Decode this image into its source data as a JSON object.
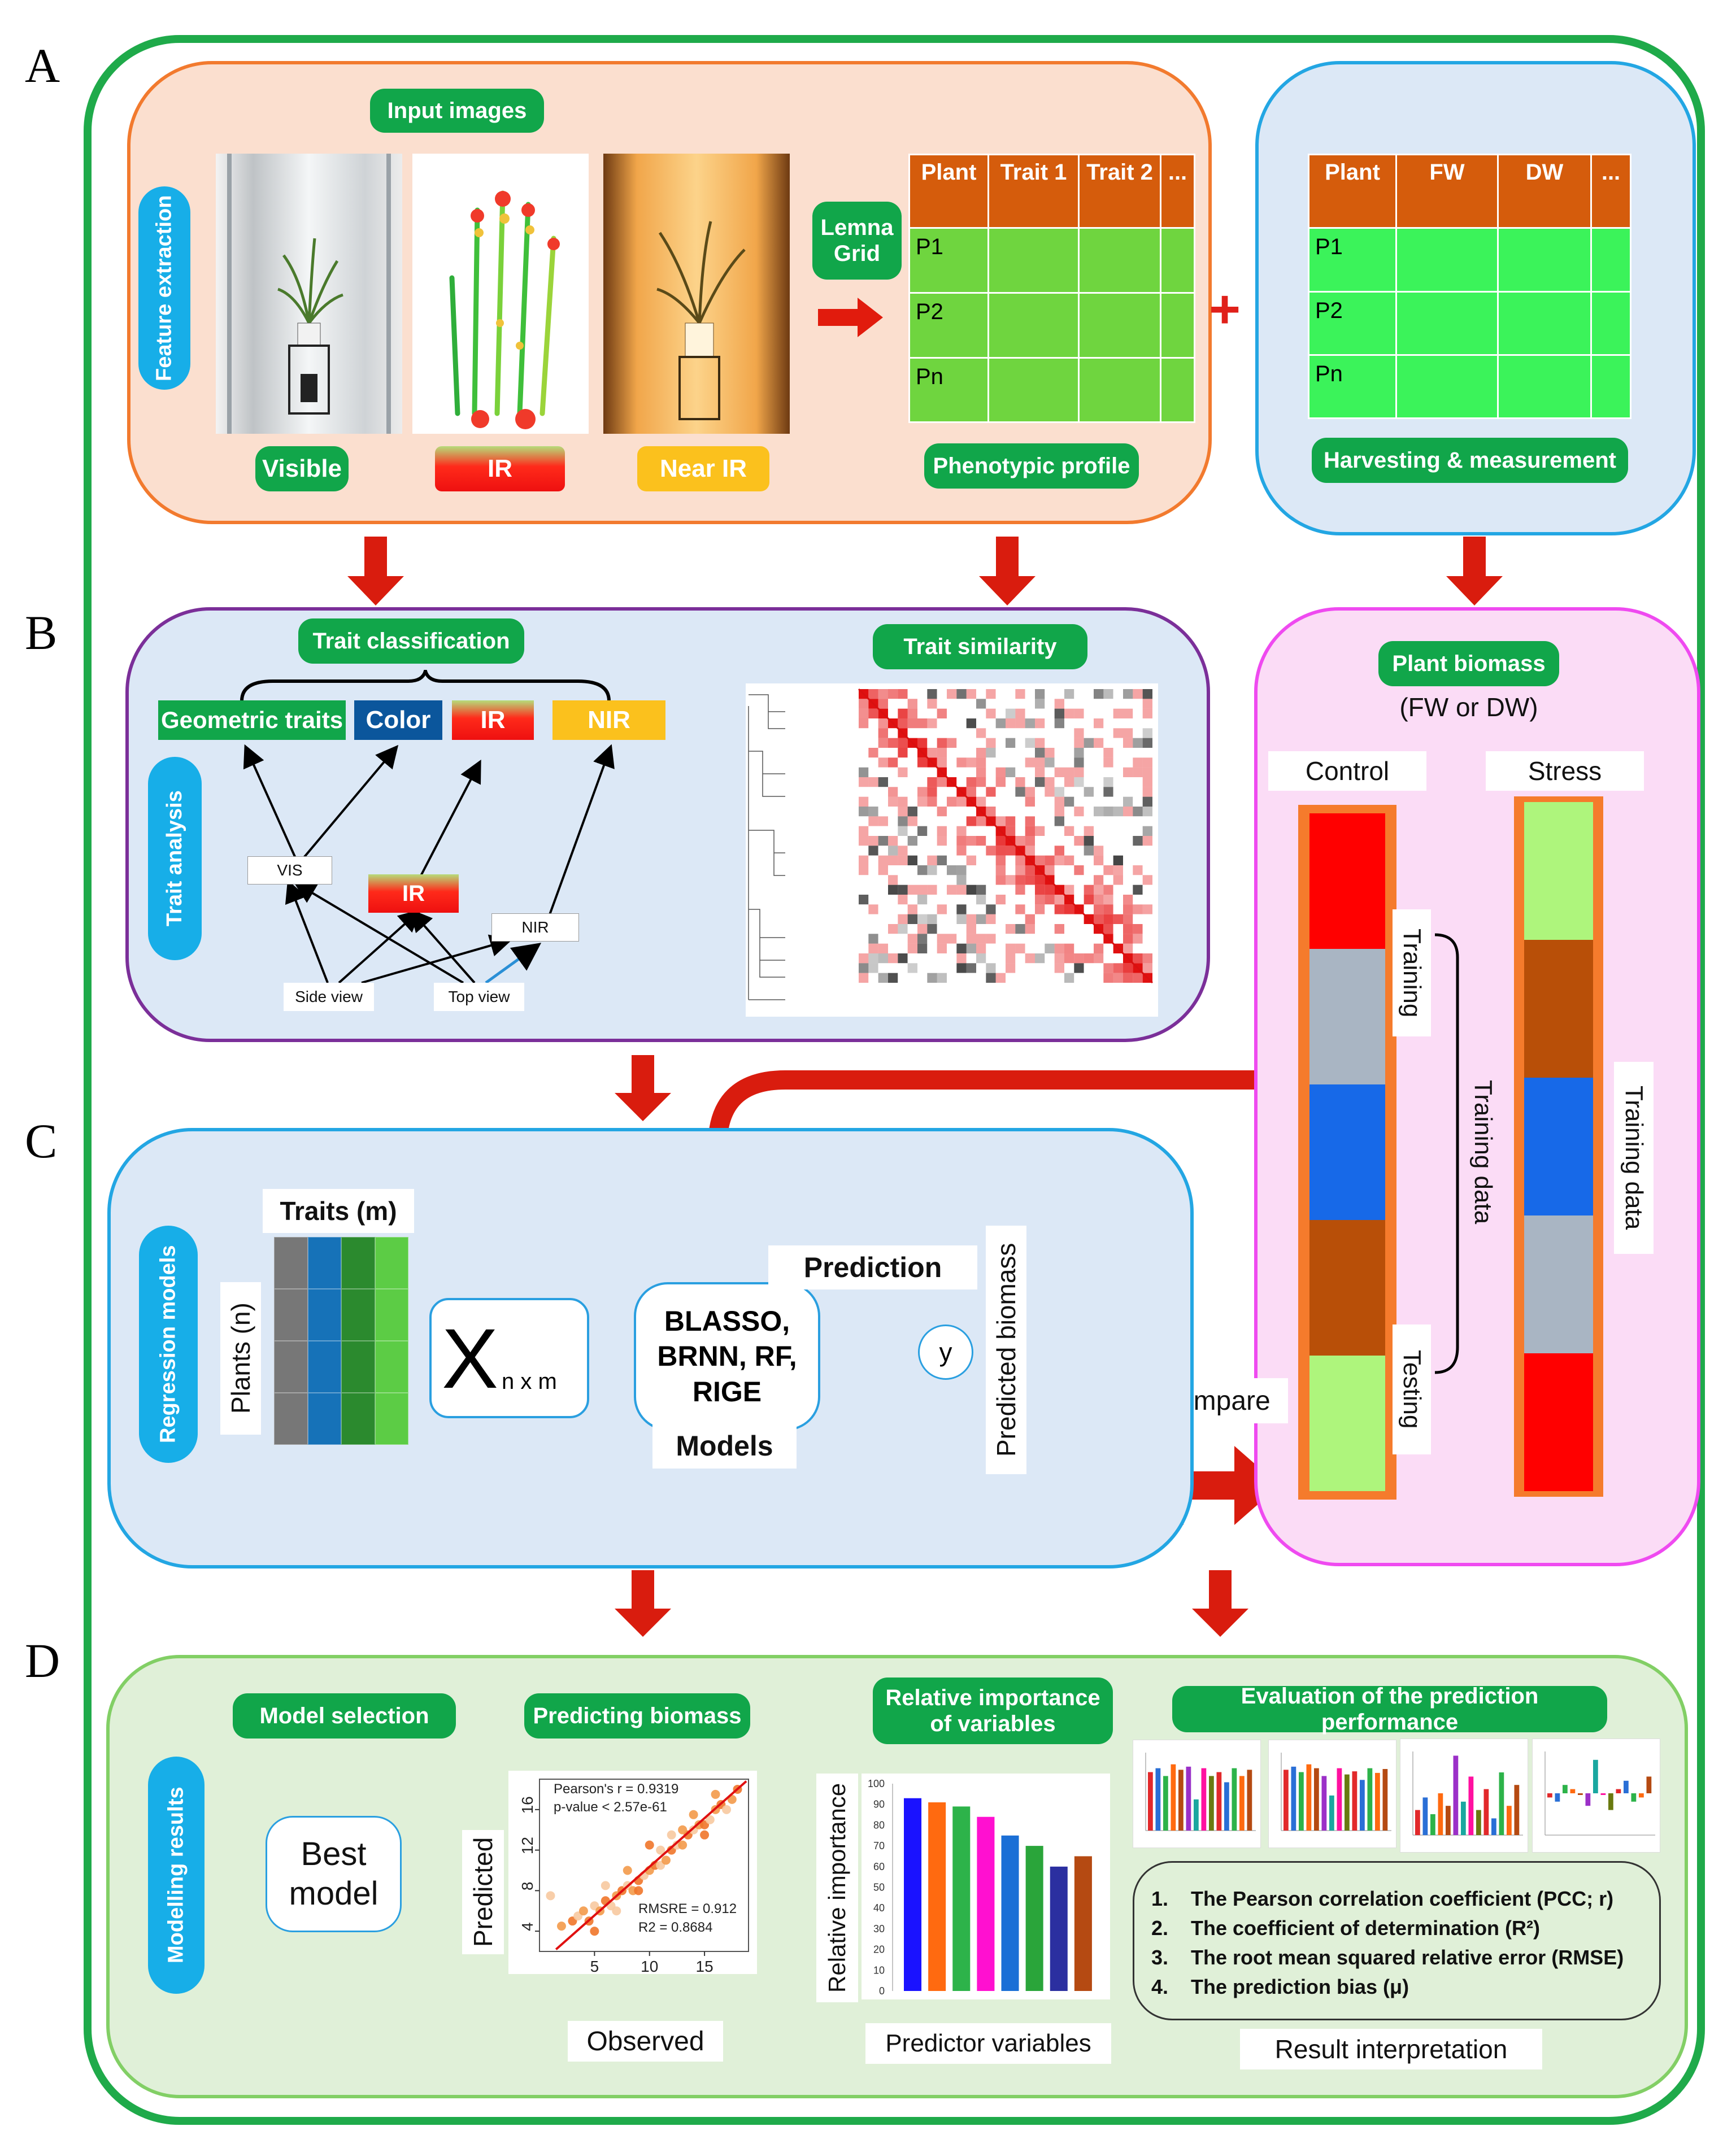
{
  "sections": {
    "a": "A",
    "b": "B",
    "c": "C",
    "d": "D"
  },
  "panel_a": {
    "side_label": "Feature extraction",
    "input_images": "Input images",
    "image_labels": {
      "visible": "Visible",
      "ir": "IR",
      "near_ir": "Near IR"
    },
    "software": "Lemna Grid",
    "phenotypic_profile": "Phenotypic profile",
    "profile_table": {
      "headers": [
        "Plant",
        "Trait 1",
        "Trait 2",
        "..."
      ],
      "rows": [
        "P1",
        "P2",
        "Pn"
      ]
    },
    "plus": "+",
    "harvest_table": {
      "headers": [
        "Plant",
        "FW",
        "DW",
        "..."
      ],
      "rows": [
        "P1",
        "P2",
        "Pn"
      ]
    },
    "harvest_label": "Harvesting & measurement"
  },
  "panel_b": {
    "side_label": "Trait analysis",
    "trait_classification": "Trait classification",
    "classes": {
      "geometric": "Geometric traits",
      "color": "Color",
      "ir": "IR",
      "nir": "NIR"
    },
    "nodes": {
      "vis": "VIS",
      "ir": "IR",
      "nir": "NIR",
      "side_view": "Side view",
      "top_view": "Top view"
    },
    "trait_similarity": "Trait similarity"
  },
  "panel_biomass": {
    "title": "Plant biomass",
    "subtitle": "(FW or DW)",
    "control": "Control",
    "stress": "Stress",
    "training": "Training",
    "testing": "Testing",
    "training_data": "Training data",
    "training_data_2": "Training data",
    "compare": "Compare",
    "control_colors": [
      "#ff0000",
      "#a9b5c3",
      "#1769e8",
      "#b84f08",
      "#aef57c"
    ],
    "stress_colors": [
      "#aef57c",
      "#b84f08",
      "#1769e8",
      "#a9b5c3",
      "#ff0000"
    ]
  },
  "panel_c": {
    "side_label": "Regression models",
    "traits": "Traits (m)",
    "plants": "Plants (n)",
    "matrix_x": "X",
    "matrix_sub": "n x m",
    "models_text": "BLASSO, BRNN, RF, RIGE",
    "models": "Models",
    "prediction": "Prediction",
    "y": "y",
    "predicted_biomass": "Predicted biomass",
    "matrix_colors": [
      "#777777",
      "#1672b8",
      "#2b8a2e",
      "#5ccc45"
    ]
  },
  "panel_d": {
    "side_label": "Modelling results",
    "model_selection": "Model selection",
    "best_model": "Best model",
    "predicting_biomass": "Predicting biomass",
    "relative_importance": "Relative importance of variables",
    "evaluation": "Evaluation of the prediction performance",
    "result_interpretation": "Result interpretation",
    "scatter": {
      "ylabel": "Predicted",
      "xlabel": "Observed",
      "pearson": "Pearson's r = 0.9319",
      "pvalue": "p-value < 2.57e-61",
      "rmsre": "RMSRE = 0.912",
      "r2": "R2 = 0.8684",
      "xticks": [
        "5",
        "10",
        "15"
      ],
      "yticks": [
        "4",
        "8",
        "12",
        "16"
      ]
    },
    "importance": {
      "ylabel": "Relative importance",
      "xlabel": "Predictor variables",
      "yticks": [
        "0",
        "10",
        "20",
        "30",
        "40",
        "50",
        "60",
        "70",
        "80",
        "90",
        "100"
      ]
    },
    "metrics": [
      {
        "num": "1.",
        "text": "The Pearson correlation coefficient (PCC; r)"
      },
      {
        "num": "2.",
        "text": "The coefficient of determination (R²)"
      },
      {
        "num": "3.",
        "text": "The root mean squared relative error (RMSE)"
      },
      {
        "num": "4.",
        "text": "The prediction bias (μ)"
      }
    ]
  },
  "chart_data": [
    {
      "type": "scatter",
      "title": "",
      "xlabel": "Observed",
      "ylabel": "Predicted",
      "xlim": [
        0,
        19
      ],
      "ylim": [
        2,
        19
      ],
      "annotations": [
        "Pearson's r = 0.9319",
        "p-value < 2.57e-61",
        "RMSRE = 0.912",
        "R2 = 0.8684"
      ],
      "series": [
        {
          "x": [
            1.0,
            2.0,
            3.0,
            3.5,
            4.0,
            4.5,
            5.0,
            5.5,
            6.0,
            6.5,
            7.0,
            7.5,
            8.0,
            8.5,
            9.0,
            9.5,
            10.0,
            10.5,
            11.0,
            11.5,
            12.0,
            12.5,
            13.0,
            13.5,
            14.0,
            14.5,
            15.0,
            15.5,
            16.0,
            16.5,
            17.0,
            17.5,
            18.0,
            6.0,
            8.0,
            10.0,
            12.0,
            14.0,
            9.0,
            11.0,
            13.0,
            15.0,
            7.0,
            16.0,
            5.0
          ],
          "y": [
            7.5,
            4.5,
            5.0,
            5.5,
            6.0,
            5.0,
            6.5,
            6.0,
            7.0,
            6.5,
            7.5,
            8.0,
            8.5,
            8.0,
            9.0,
            9.5,
            10.0,
            10.5,
            10.5,
            11.0,
            12.0,
            12.5,
            12.5,
            13.5,
            14.0,
            14.5,
            14.5,
            15.0,
            16.0,
            16.5,
            16.0,
            17.0,
            18.0,
            8.5,
            10.0,
            12.5,
            13.5,
            15.5,
            8.0,
            12.0,
            14.0,
            13.5,
            6.0,
            17.5,
            4.0
          ]
        }
      ]
    },
    {
      "type": "bar",
      "title": "",
      "xlabel": "Predictor variables",
      "ylabel": "Relative importance",
      "ylim": [
        0,
        100
      ],
      "values": [
        93,
        91,
        89,
        84,
        75,
        70,
        60,
        65
      ],
      "colors": [
        "#1a12ff",
        "#ff6a10",
        "#2db34a",
        "#ff10d0",
        "#1a6fd6",
        "#2aa53a",
        "#2b2fa0",
        "#b54a12"
      ]
    }
  ]
}
